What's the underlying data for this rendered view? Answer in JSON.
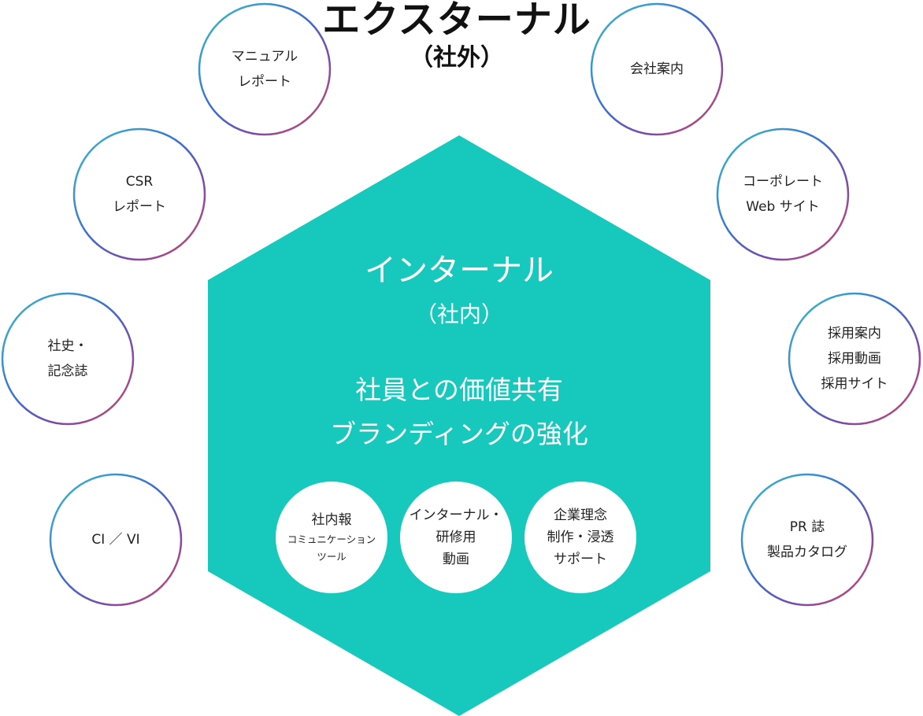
{
  "external": {
    "title": "エクスターナル",
    "subtitle": "（社外）",
    "items": [
      {
        "lines": [
          "マニュアル",
          "レポート"
        ]
      },
      {
        "lines": [
          "会社案内"
        ]
      },
      {
        "lines": [
          "CSR",
          "レポート"
        ]
      },
      {
        "lines": [
          "コーポレート",
          "Web サイト"
        ]
      },
      {
        "lines": [
          "社史・",
          "記念誌"
        ]
      },
      {
        "lines": [
          "採用案内",
          "採用動画",
          "採用サイト"
        ]
      },
      {
        "lines": [
          "CI ／ VI"
        ]
      },
      {
        "lines": [
          "PR 誌",
          "製品カタログ"
        ]
      }
    ]
  },
  "internal": {
    "title": "インターナル",
    "subtitle": "（社内）",
    "message": [
      "社員との価値共有",
      "ブランディングの強化"
    ],
    "items": [
      {
        "main": "社内報",
        "small": [
          "コミュニケーション",
          "ツール"
        ]
      },
      {
        "main": "インターナル・",
        "lines": [
          "研修用",
          "動画"
        ]
      },
      {
        "main": "企業理念",
        "lines": [
          "制作・浸透",
          "サポート"
        ]
      }
    ]
  },
  "colors": {
    "hexagon": "#17c9bd",
    "ring_gradient": [
      "#3cc2c6",
      "#3a6fd0",
      "#7a4aa8",
      "#d9486a"
    ]
  }
}
